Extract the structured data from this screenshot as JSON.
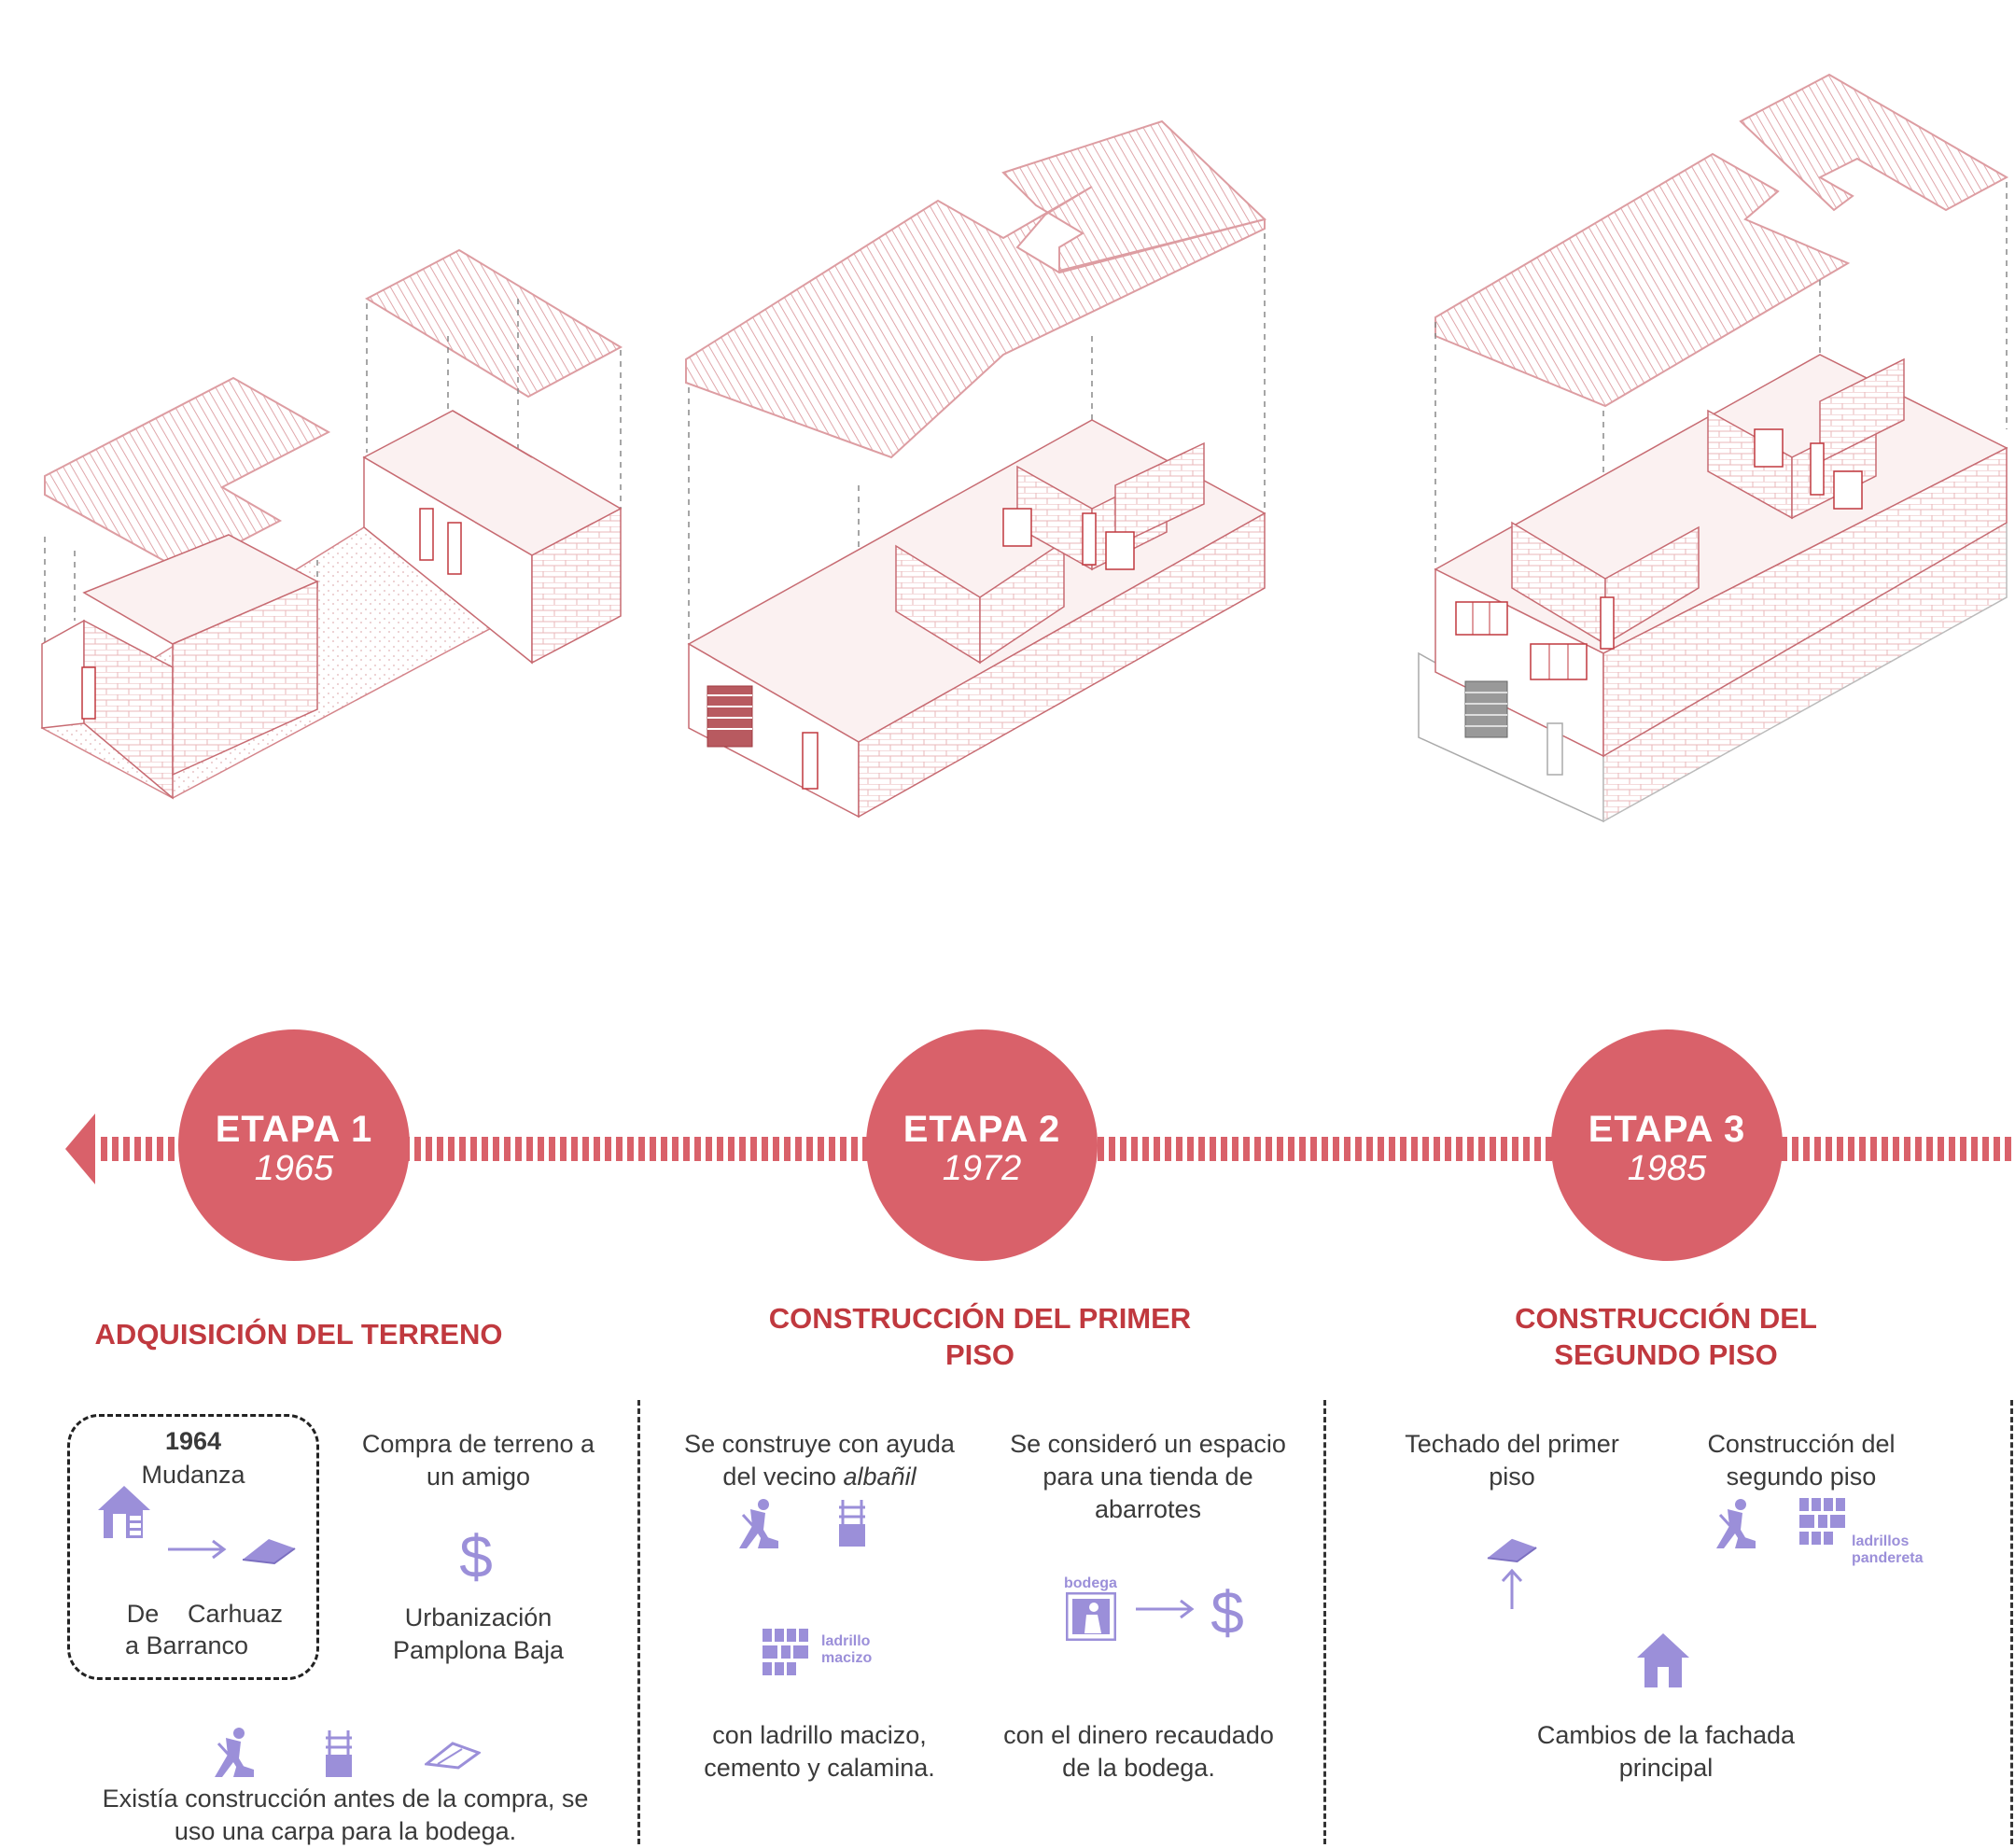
{
  "stages": [
    {
      "etapa": "ETAPA 1",
      "year": "1965",
      "title": "ADQUISICIÓN DEL TERRENO",
      "move_year": "1964",
      "move_label": "Mudanza",
      "move_from": "De",
      "move_to": "Carhuaz",
      "move_line2": "a Barranco",
      "purchase_text": "Compra de terreno a un amigo",
      "urbanization": "Urbanización Pamplona Baja",
      "note": "Existía construcción antes de la compra, se uso una carpa para la bodega."
    },
    {
      "etapa": "ETAPA 2",
      "year": "1972",
      "title": "CONSTRUCCIÓN DEL PRIMER PISO",
      "col1_text_a": "Se construye con ayuda del vecino ",
      "col1_text_em": "albañil",
      "brick_tag": "ladrillo macizo",
      "col1_bottom": "con ladrillo macizo, cemento y calamina.",
      "col2_text": "Se consideró un espacio para una tienda de abarrotes",
      "bodega_tag": "bodega",
      "col2_bottom": "con el dinero recaudado de la bodega."
    },
    {
      "etapa": "ETAPA 3",
      "year": "1985",
      "title": "CONSTRUCCIÓN DEL SEGUNDO PISO",
      "col1_text": "Techado del primer piso",
      "col2_text": "Construcción del segundo piso",
      "brick_tag": "ladrillos pandereta",
      "facade_text": "Cambios de la fachada principal"
    }
  ],
  "colors": {
    "accent": "#d9616a",
    "title": "#c0393f",
    "icon": "#9b8fd9",
    "line": "#d4848a"
  },
  "icons": [
    "house-brick-icon",
    "arrow-right-icon",
    "roof-sheet-icon",
    "dollar-icon",
    "worker-shovel-icon",
    "rebar-column-icon",
    "brick-wall-icon",
    "bodega-shop-icon",
    "arrow-up-icon",
    "house-icon"
  ]
}
